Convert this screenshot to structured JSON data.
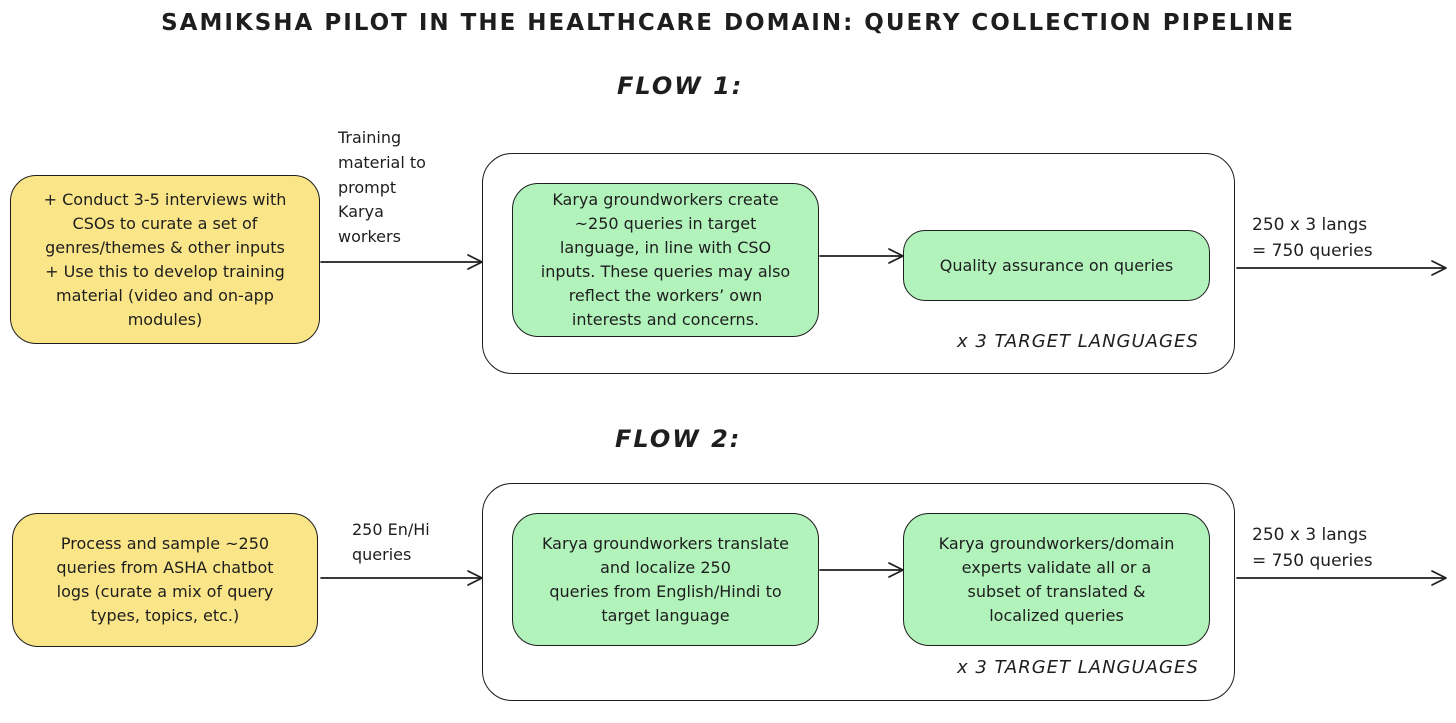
{
  "title": "SAMIKSHA PILOT IN THE HEALTHCARE DOMAIN: QUERY COLLECTION PIPELINE",
  "colors": {
    "box_yellow": "#fae588",
    "box_green": "#b2f2bb",
    "stroke": "#1e1e1e",
    "background": "#ffffff"
  },
  "flow1": {
    "label": "FLOW 1:",
    "source_box": "+ Conduct 3-5 interviews with\nCSOs to curate a set of\ngenres/themes & other inputs\n+ Use this to develop training\nmaterial (video and on-app\nmodules)",
    "input_arrow_label": "Training\nmaterial to\nprompt\nKarya\nworkers",
    "step1_box": "Karya groundworkers create\n~250 queries in target\nlanguage, in line with CSO\ninputs. These queries may also\nreflect the workers’ own\ninterests and concerns.",
    "step2_box": "Quality assurance on queries",
    "container_note": "x 3 TARGET LANGUAGES",
    "output_arrow_label": "250 x 3 langs\n= 750 queries"
  },
  "flow2": {
    "label": "FLOW 2:",
    "source_box": "Process and sample ~250\nqueries from ASHA chatbot\nlogs (curate a mix of query\ntypes, topics, etc.)",
    "input_arrow_label": "250 En/Hi\nqueries",
    "step1_box": "Karya groundworkers translate\nand localize 250\nqueries from English/Hindi to\ntarget language",
    "step2_box": "Karya groundworkers/domain\nexperts validate all or a\nsubset of translated &\nlocalized queries",
    "container_note": "x 3 TARGET LANGUAGES",
    "output_arrow_label": "250 x 3 langs\n= 750 queries"
  }
}
